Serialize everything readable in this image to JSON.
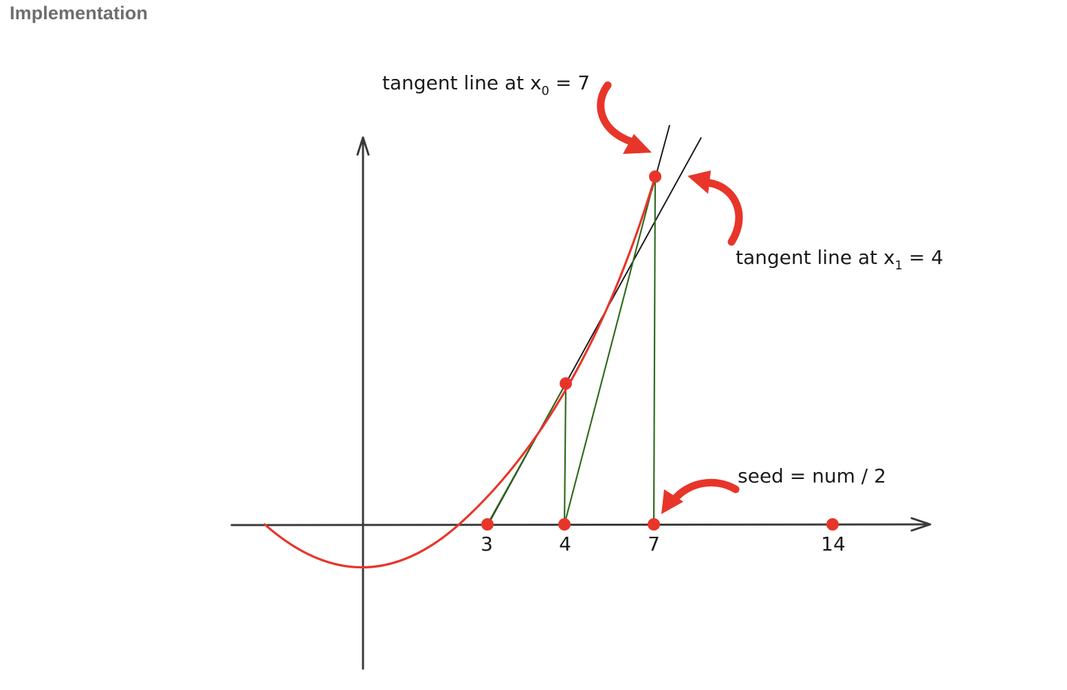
{
  "header": {
    "title": "Implementation"
  },
  "diagram": {
    "labels": {
      "tangent_x0": {
        "prefix": "tangent line at x",
        "subscript": "0",
        "suffix": " = 7"
      },
      "tangent_x1": {
        "prefix": "tangent line at x",
        "subscript": "1",
        "suffix": " = 4"
      },
      "seed": "seed = num / 2"
    },
    "tick_labels": [
      "3",
      "4",
      "7",
      "14"
    ],
    "colors": {
      "curve": "#e8352a",
      "points": "#e8352a",
      "arrows": "#e8352a",
      "construction_lines": "#2e6b1e",
      "tangent_lines": "#1a1a1a",
      "axes": "#3a3a3a"
    }
  }
}
